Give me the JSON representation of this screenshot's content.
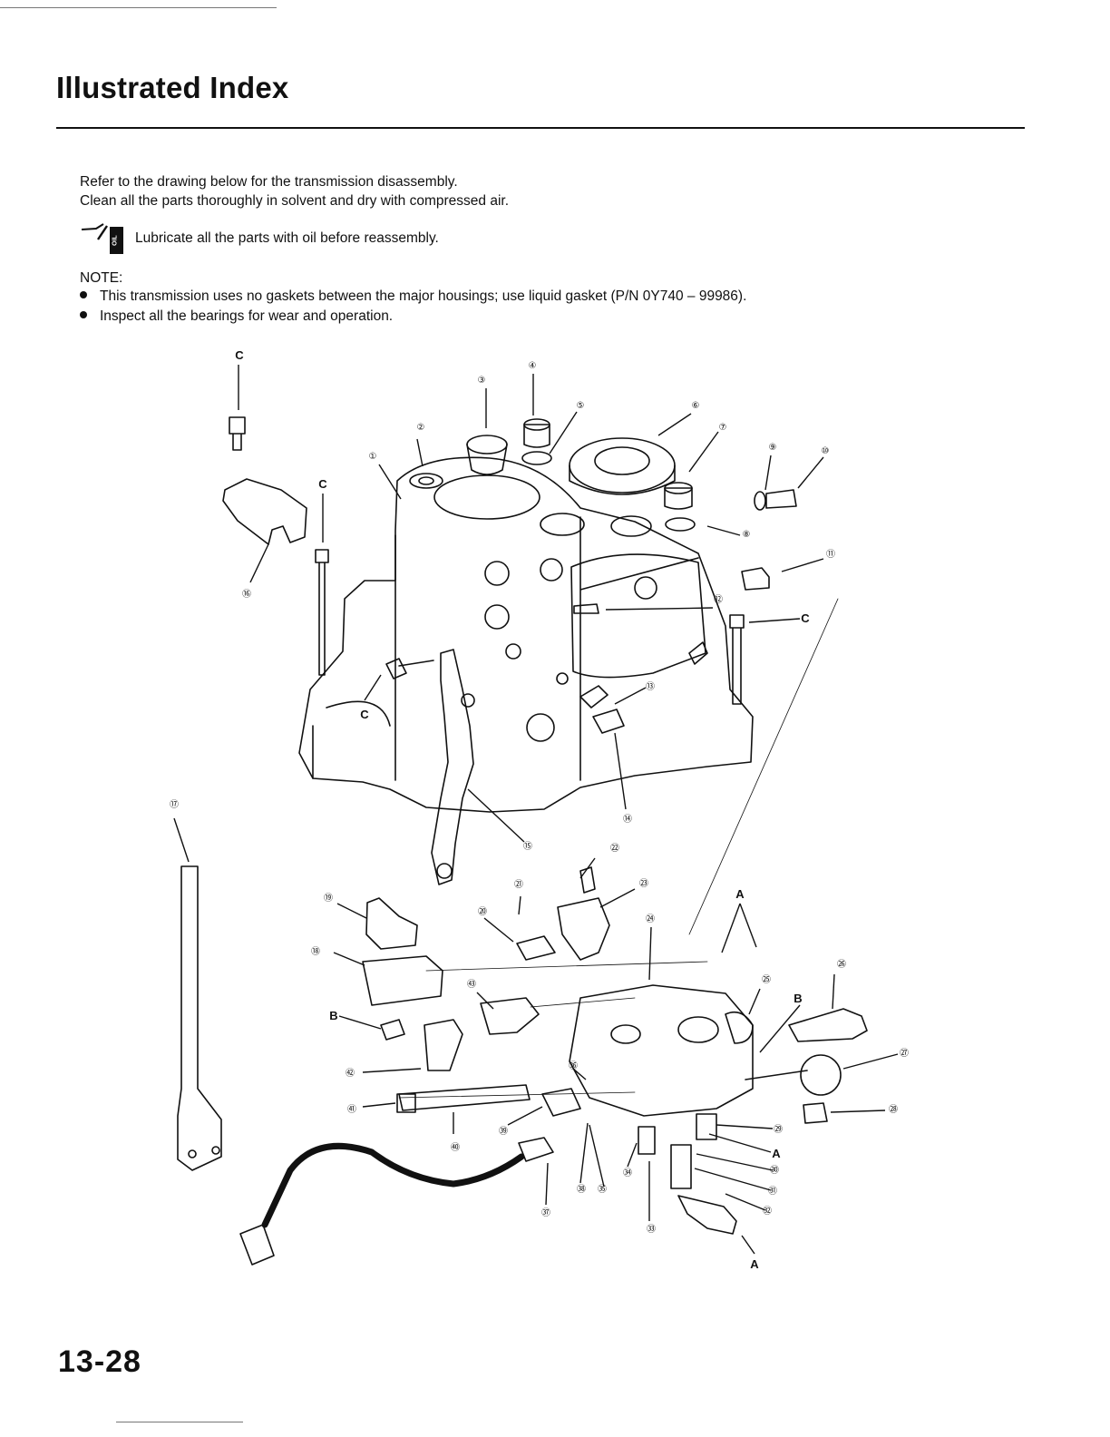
{
  "page": {
    "title": "Illustrated Index",
    "intro_lines": [
      "Refer to the drawing below for the transmission disassembly.",
      "Clean all the parts thoroughly in solvent and dry with compressed air."
    ],
    "lube_icon_text": "OIL",
    "lube_note": "Lubricate all the parts with oil before reassembly.",
    "note_label": "NOTE:",
    "bullets": [
      "This transmission uses no gaskets between the major housings; use liquid gasket (P/N 0Y740 – 99986).",
      "Inspect all the bearings for wear and operation."
    ],
    "page_number": "13-28"
  },
  "diagram": {
    "callouts": [
      {
        "n": "①",
        "label": "1"
      },
      {
        "n": "②",
        "label": "2"
      },
      {
        "n": "③",
        "label": "3"
      },
      {
        "n": "④",
        "label": "4"
      },
      {
        "n": "⑤",
        "label": "5"
      },
      {
        "n": "⑥",
        "label": "6"
      },
      {
        "n": "⑦",
        "label": "7"
      },
      {
        "n": "⑧",
        "label": "8"
      },
      {
        "n": "⑨",
        "label": "9"
      },
      {
        "n": "⑩",
        "label": "10"
      },
      {
        "n": "⑪",
        "label": "11"
      },
      {
        "n": "⑫",
        "label": "12"
      },
      {
        "n": "⑬",
        "label": "13"
      },
      {
        "n": "⑭",
        "label": "14"
      },
      {
        "n": "⑮",
        "label": "15"
      },
      {
        "n": "⑯",
        "label": "16"
      },
      {
        "n": "⑰",
        "label": "17"
      },
      {
        "n": "⑱",
        "label": "18"
      },
      {
        "n": "⑲",
        "label": "19"
      },
      {
        "n": "⑳",
        "label": "20"
      },
      {
        "n": "㉑",
        "label": "21"
      },
      {
        "n": "㉒",
        "label": "22"
      },
      {
        "n": "㉓",
        "label": "23"
      },
      {
        "n": "㉔",
        "label": "24"
      },
      {
        "n": "㉕",
        "label": "25"
      },
      {
        "n": "㉖",
        "label": "26"
      },
      {
        "n": "㉗",
        "label": "27"
      },
      {
        "n": "㉘",
        "label": "28"
      },
      {
        "n": "㉙",
        "label": "29"
      },
      {
        "n": "㉚",
        "label": "30"
      },
      {
        "n": "㉛",
        "label": "31"
      },
      {
        "n": "㉜",
        "label": "32"
      },
      {
        "n": "㉝",
        "label": "33"
      },
      {
        "n": "㉞",
        "label": "34"
      },
      {
        "n": "㉟",
        "label": "35"
      },
      {
        "n": "㊱",
        "label": "36"
      },
      {
        "n": "㊲",
        "label": "37"
      },
      {
        "n": "㊳",
        "label": "38"
      },
      {
        "n": "㊴",
        "label": "39"
      },
      {
        "n": "㊵",
        "label": "40"
      },
      {
        "n": "㊶",
        "label": "41"
      },
      {
        "n": "㊷",
        "label": "42"
      },
      {
        "n": "㊸",
        "label": "43"
      }
    ],
    "letters": [
      "A",
      "B",
      "C"
    ]
  }
}
